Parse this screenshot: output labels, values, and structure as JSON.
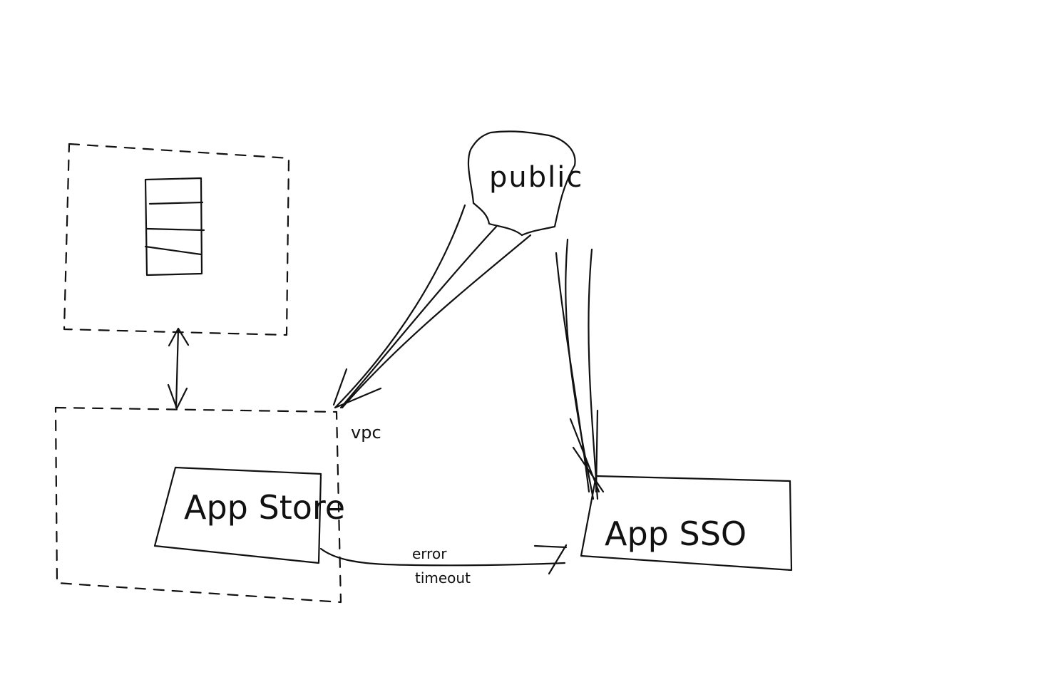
{
  "nodes": {
    "public": "public",
    "vpc": "vpc",
    "app_store": "App Store",
    "app_sso": "App SSO"
  },
  "edges": {
    "error_label": "error",
    "timeout_label": "timeout"
  },
  "colors": {
    "ink": "#111111",
    "background": "#ffffff"
  }
}
